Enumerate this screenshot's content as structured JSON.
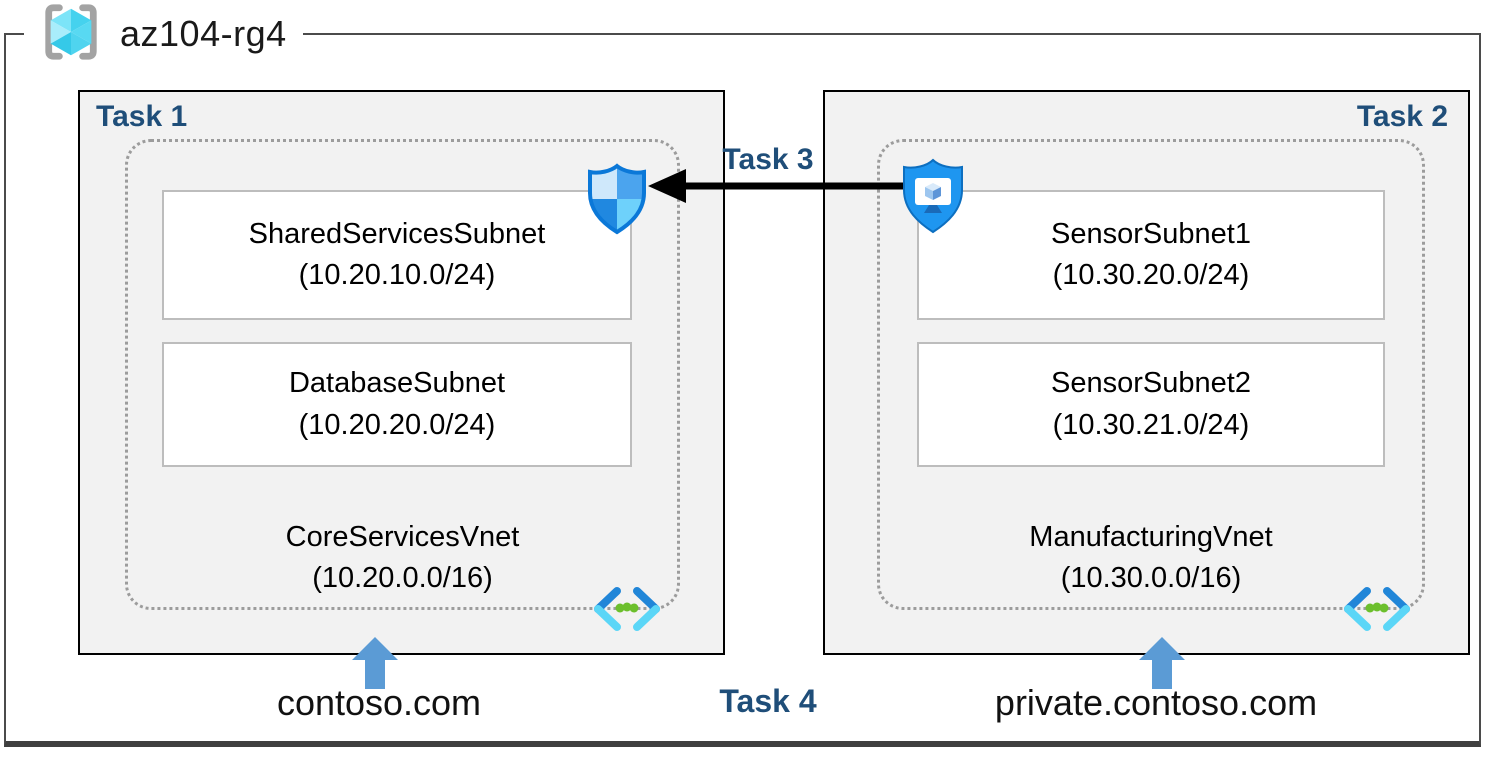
{
  "resource_group": {
    "name": "az104-rg4"
  },
  "task_labels": {
    "t1": "Task 1",
    "t2": "Task 2",
    "t3": "Task 3",
    "t4": "Task 4"
  },
  "vnet1": {
    "name": "CoreServicesVnet",
    "cidr": "(10.20.0.0/16)",
    "dns_label": "contoso.com",
    "subnets": [
      {
        "name": "SharedServicesSubnet",
        "cidr": "(10.20.10.0/24)"
      },
      {
        "name": "DatabaseSubnet",
        "cidr": "(10.20.20.0/24)"
      }
    ]
  },
  "vnet2": {
    "name": "ManufacturingVnet",
    "cidr": "(10.30.0.0/16)",
    "dns_label": "private.contoso.com",
    "subnets": [
      {
        "name": "SensorSubnet1",
        "cidr": "(10.30.20.0/24)"
      },
      {
        "name": "SensorSubnet2",
        "cidr": "(10.30.21.0/24)"
      }
    ]
  },
  "icons": {
    "resource_group": "resource-group-cube-icon",
    "nsg": "network-security-group-shield-icon",
    "bastion": "shield-monitor-icon",
    "vnet": "virtual-network-chevron-icon",
    "peering_arrow": "left-arrow",
    "dns_arrow": "up-arrow"
  },
  "colors": {
    "task_label": "#1F4E79",
    "box_background": "#F2F2F2",
    "dashed_border": "#9C9C9C",
    "arrow_black": "#000000",
    "up_arrow_blue": "#5B9BD5",
    "shield_blue": "#1E93EE",
    "vnet_green_dots": "#6CBF2C",
    "cube_cyan": "#4FD4EE"
  }
}
